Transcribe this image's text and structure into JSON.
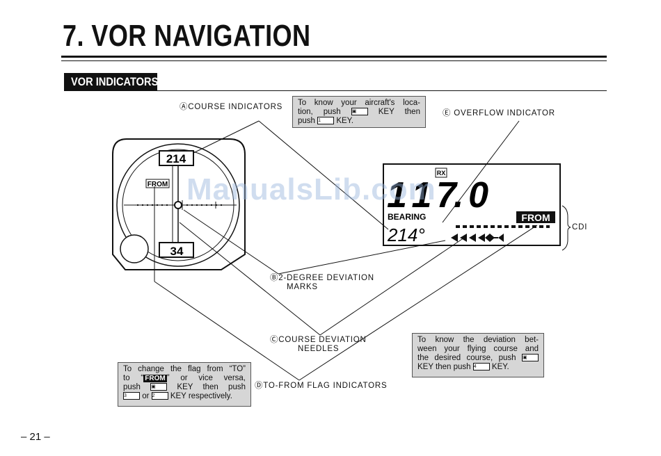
{
  "title": "7. VOR NAVIGATION",
  "section": "VOR INDICATORS",
  "labels": {
    "a": "ⒶCOURSE INDICATORS",
    "e": "Ⓔ OVERFLOW INDICATOR",
    "b_line1": "Ⓑ2-DEGREE DEVIATION",
    "b_line2": "MARKS",
    "c_line1": "ⒸCOURSE DEVIATION",
    "c_line2": "NEEDLES",
    "d": "ⒹTO-FROM FLAG INDICATORS",
    "cdi": "CDI"
  },
  "notes": {
    "location": {
      "line1": "To know your aircraft's loca-",
      "line2_a": "tion, push",
      "line2_key": "▣",
      "line2_b": "KEY then",
      "line3_a": "push",
      "line3_key": "1",
      "line3_b": "KEY."
    },
    "deviation": {
      "line1": "To know the deviation bet-",
      "line2": "ween your flying course and",
      "line3_a": "the desired course, push",
      "line3_key": "▣",
      "line4_a": "KEY then push",
      "line4_key": "4",
      "line4_b": "KEY."
    },
    "flag": {
      "line1": "To change the flag from “TO”",
      "line2_a": "to “",
      "line2_inv": "FROM",
      "line2_b": "” or vice versa,",
      "line3_a": "push",
      "line3_key": "▣",
      "line3_b": "KEY then push",
      "line4_key1": "3",
      "line4_a": "or",
      "line4_key2": "2",
      "line4_b": "KEY respectively."
    }
  },
  "instrument": {
    "course_top": "214",
    "course_bottom": "34",
    "flag": "FROM"
  },
  "lcd": {
    "rx": "RX",
    "digits": "1 1 7. 0",
    "bearing_label": "BEARING",
    "bearing_value": "214°",
    "flag": "FROM"
  },
  "page_number": "– 21 –",
  "watermark": "ManualsLib.com"
}
